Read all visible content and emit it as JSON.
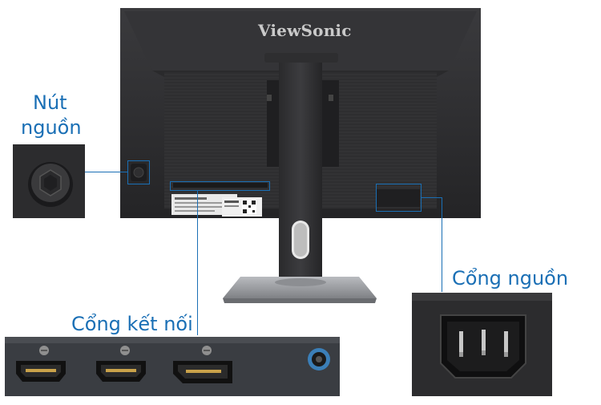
{
  "monitor": {
    "brand": "ViewSonic"
  },
  "callouts": {
    "power_button": {
      "line1": "Nút",
      "line2": "nguồn"
    },
    "ports": {
      "label": "Cổng kết nối"
    },
    "power_port": {
      "label": "Cổng nguồn"
    }
  },
  "colors": {
    "accent": "#1a6fb5",
    "monitor_body": "#2b2b2d",
    "stand_base": "#9a9ca0"
  },
  "icons": [
    "power-button-icon",
    "hdmi-port-icon",
    "displayport-icon",
    "audio-jack-icon",
    "iec-c14-socket-icon",
    "qr-code-icon"
  ]
}
